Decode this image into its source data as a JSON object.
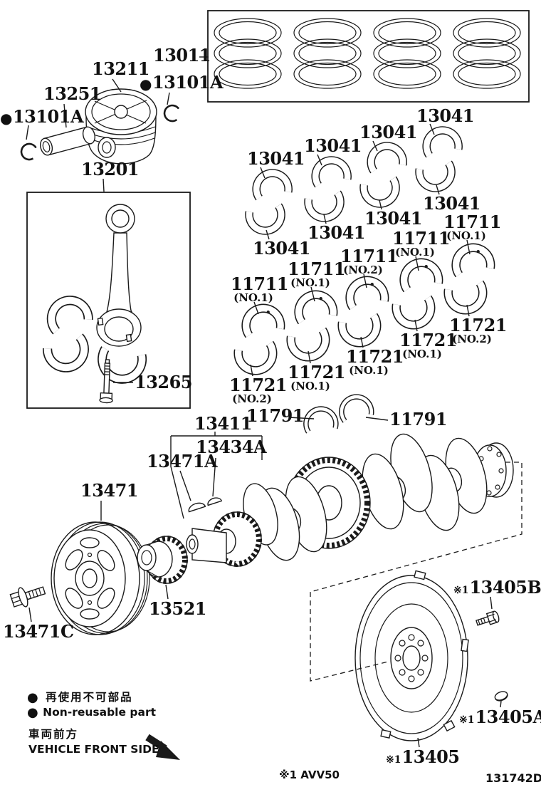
{
  "colors": {
    "ink": "#1a1a1a",
    "background": "#ffffff"
  },
  "parts": {
    "piston_ring_set": "13011",
    "piston": "13211",
    "piston_pin": "13251",
    "piston_pin_snap_ring": "13101A",
    "connecting_rod": "13201",
    "connecting_rod_bolt": "13265",
    "crankshaft": "13411",
    "crankshaft_key": "13434A",
    "crankshaft_pulley_key": "13471A",
    "crankshaft_pulley": "13471",
    "crankshaft_pulley_bolt": "13471C",
    "crankshaft_timing_sprocket": "13521",
    "flywheel": "13405",
    "flywheel_bolt": "13405B",
    "flywheel_pin": "13405A"
  },
  "rod_bearings": [
    "13041",
    "13041",
    "13041",
    "13041",
    "13041",
    "13041",
    "13041",
    "13041"
  ],
  "main_bearings_upper": [
    {
      "num": "11711",
      "pos": "(NO.1)"
    },
    {
      "num": "11711",
      "pos": "(NO.1)"
    },
    {
      "num": "11711",
      "pos": "(NO.2)"
    },
    {
      "num": "11711",
      "pos": "(NO.1)"
    },
    {
      "num": "11711",
      "pos": "(NO.1)"
    }
  ],
  "main_bearings_lower": [
    {
      "num": "11721",
      "pos": "(NO.2)"
    },
    {
      "num": "11721",
      "pos": "(NO.1)"
    },
    {
      "num": "11721",
      "pos": "(NO.1)"
    },
    {
      "num": "11721",
      "pos": "(NO.1)"
    },
    {
      "num": "11721",
      "pos": "(NO.2)"
    }
  ],
  "thrust_washers": [
    "11791",
    "11791"
  ],
  "legend": {
    "bullet": "●",
    "non_reusable_jp": "再使用不可部品",
    "non_reusable_en": "Non-reusable part",
    "vehicle_front_jp": "車両前方",
    "vehicle_front_en": "VEHICLE FRONT SIDE"
  },
  "footer": {
    "footnote_mark": "※1",
    "footnote_model": "AVV50",
    "drawing_code": "131742D"
  }
}
